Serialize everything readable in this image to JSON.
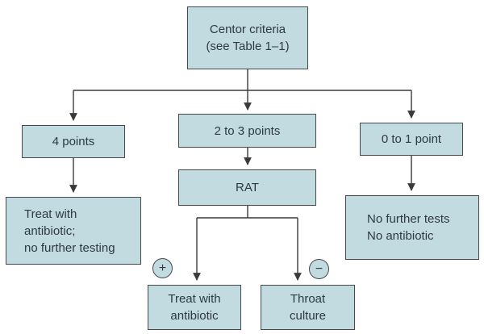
{
  "colors": {
    "box_fill": "#c2dbe1",
    "box_border": "#45494b",
    "line": "#3a3a3a",
    "text": "#2e3940",
    "background": "#ffffff"
  },
  "diagram": {
    "type": "flowchart",
    "nodes": {
      "root": {
        "lines": [
          "Centor criteria",
          "(see Table 1–1)"
        ]
      },
      "score4": {
        "label": "4 points"
      },
      "score23": {
        "label": "2 to 3 points"
      },
      "score01": {
        "label": "0 to 1 point"
      },
      "treat_full": {
        "lines": [
          "Treat with",
          "antibiotic;",
          "no further testing"
        ]
      },
      "rat": {
        "label": "RAT"
      },
      "no_tests": {
        "lines": [
          "No further tests",
          "No antibiotic"
        ]
      },
      "rat_positive": {
        "lines": [
          "Treat with",
          "antibiotic"
        ]
      },
      "rat_negative": {
        "lines": [
          "Throat",
          "culture"
        ]
      },
      "plus_badge": {
        "label": "+"
      },
      "minus_badge": {
        "label": "−"
      }
    }
  }
}
